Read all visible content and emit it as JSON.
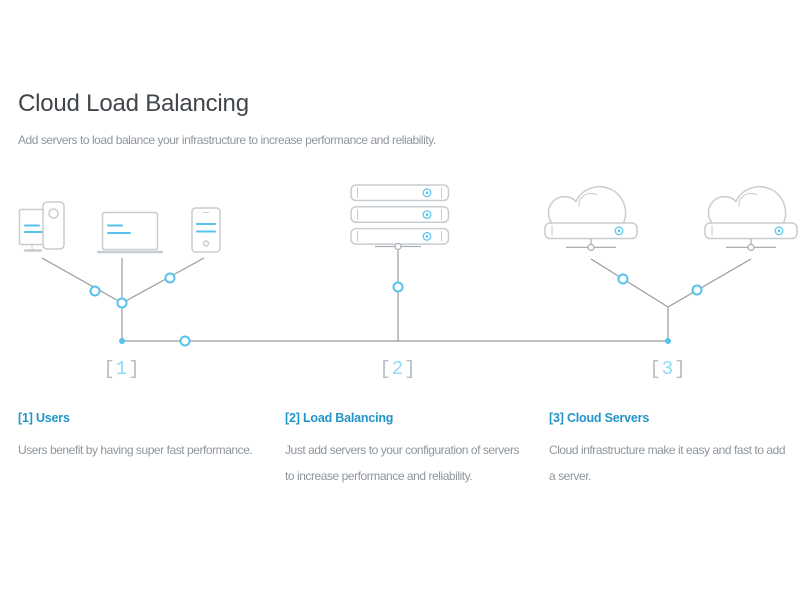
{
  "page": {
    "title": "Cloud Load Balancing",
    "subtitle": "Add servers to load balance your infrastructure to increase performance and reliability."
  },
  "colors": {
    "accent_blue": "#56c2ee",
    "heading_blue": "#2396c9",
    "title_text": "#41464b",
    "muted_text": "#8e969d",
    "outline_gray": "#c7ccd1",
    "line_gray": "#97999c",
    "stand_gray": "#a9aeb3",
    "bracket_gray": "#b6bdc3",
    "digit_blue": "#8ed8f6",
    "page_bg": "#ffffff"
  },
  "diagram": {
    "icons": [
      {
        "name": "desktop-computer-icon",
        "group": "users"
      },
      {
        "name": "laptop-icon",
        "group": "users"
      },
      {
        "name": "smartphone-icon",
        "group": "users"
      },
      {
        "name": "server-stack-icon",
        "group": "load-balancer",
        "units": 3
      },
      {
        "name": "cloud-server-icon",
        "group": "cloud-servers"
      },
      {
        "name": "cloud-server-icon",
        "group": "cloud-servers"
      }
    ],
    "markers": [
      {
        "open": "[",
        "digit": "1",
        "close": "]"
      },
      {
        "open": "[",
        "digit": "2",
        "close": "]"
      },
      {
        "open": "[",
        "digit": "3",
        "close": "]"
      }
    ]
  },
  "sections": [
    {
      "heading": "[1] Users",
      "lines": [
        "Users benefit by having super fast performance."
      ]
    },
    {
      "heading": "[2] Load Balancing",
      "lines": [
        "Just add servers to your configuration of servers",
        "to increase performance and reliability."
      ]
    },
    {
      "heading": "[3] Cloud Servers",
      "lines": [
        "Cloud infrastructure make it easy and fast to add",
        "a server."
      ]
    }
  ]
}
